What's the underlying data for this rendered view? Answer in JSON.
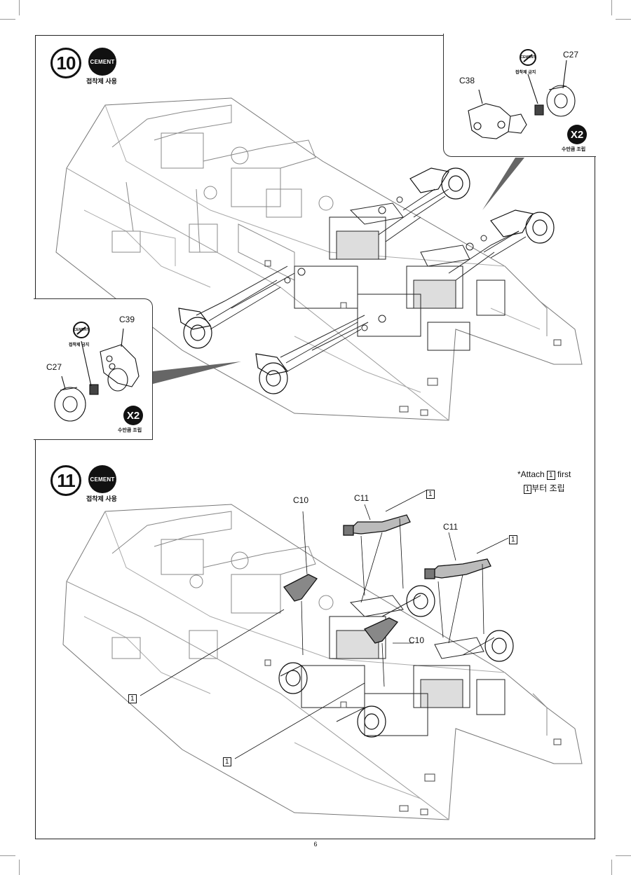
{
  "page_number": "6",
  "step10": {
    "number": "10",
    "cement_badge": "CEMENT",
    "cement_caption": "접착제 사용",
    "callout_top": {
      "nocement_badge": "CEMENT",
      "nocement_caption": "접착제 금지",
      "parts": [
        "C27",
        "C38"
      ],
      "multiplier": "X2",
      "multiplier_caption": "수만큼 조립"
    },
    "callout_left": {
      "nocement_badge": "CEMENT",
      "nocement_caption": "접착제 금지",
      "parts": [
        "C39",
        "C27"
      ],
      "multiplier": "X2",
      "multiplier_caption": "수만큼 조립"
    }
  },
  "step11": {
    "number": "11",
    "cement_badge": "CEMENT",
    "cement_caption": "접착제 사용",
    "note_en_prefix": "*Attach",
    "note_en_suffix": "first",
    "note_ko_suffix": "부터 조립",
    "order_marker": "1",
    "parts": [
      "C10",
      "C11",
      "C11",
      "C10"
    ],
    "markers": [
      "1",
      "1",
      "1",
      "1"
    ]
  }
}
